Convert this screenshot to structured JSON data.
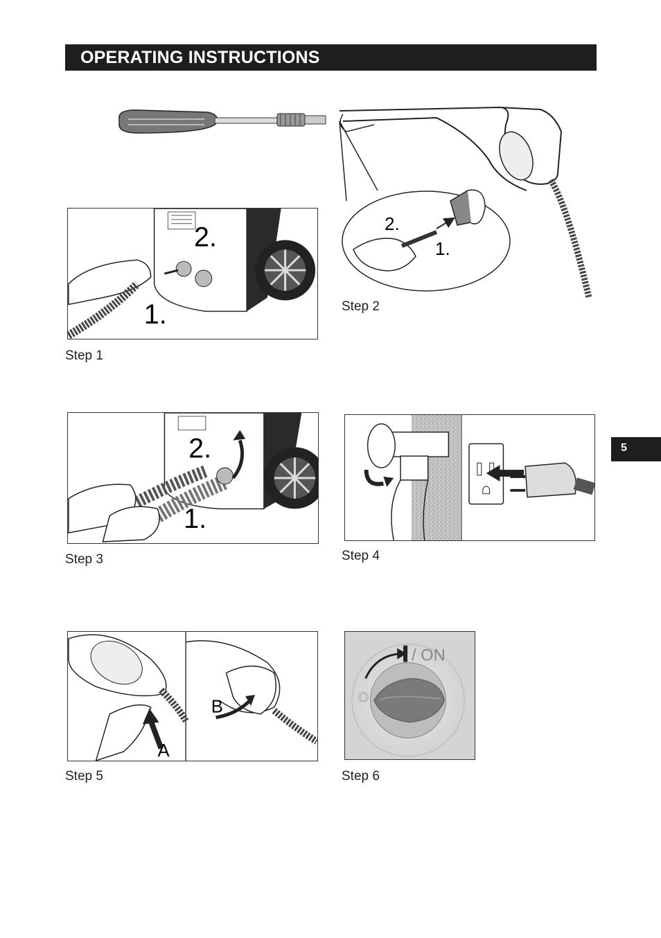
{
  "header": {
    "title": "OPERATING INSTRUCTIONS"
  },
  "page_number": "5",
  "steps": [
    {
      "caption": "Step 1",
      "callouts": [
        "2.",
        "1."
      ]
    },
    {
      "caption": "Step 2",
      "callouts": [
        "2.",
        "1."
      ]
    },
    {
      "caption": "Step 3",
      "callouts": [
        "2.",
        "1."
      ]
    },
    {
      "caption": "Step 4"
    },
    {
      "caption": "Step 5",
      "callouts": [
        "A",
        "B"
      ]
    },
    {
      "caption": "Step 6",
      "switch_labels": [
        "/ ON",
        "O"
      ]
    }
  ]
}
